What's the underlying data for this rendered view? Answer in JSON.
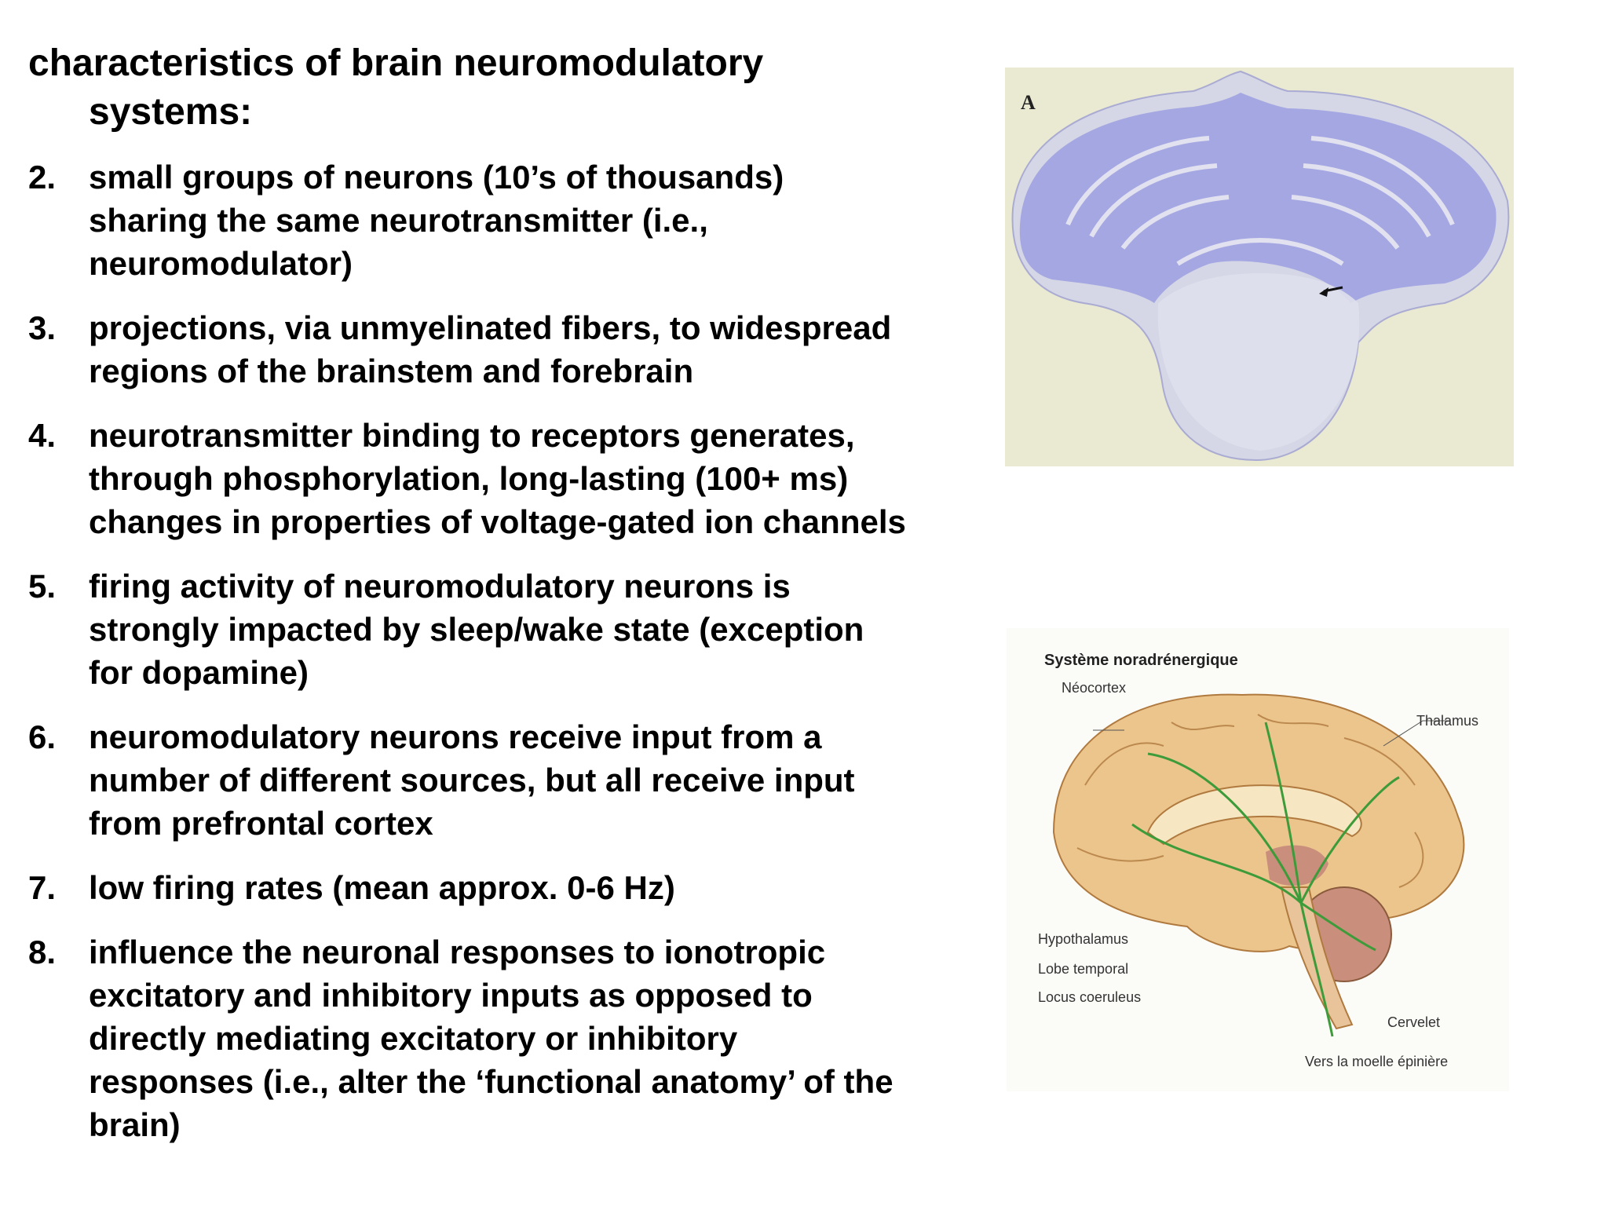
{
  "slide": {
    "title_line1": "characteristics of brain neuromodulatory",
    "title_line2": "systems:",
    "items": [
      {
        "num": "2.",
        "lines": [
          "small groups of neurons (10’s of thousands)",
          "sharing the same neurotransmitter (i.e.,",
          "neuromodulator)"
        ]
      },
      {
        "num": "3.",
        "lines": [
          "projections, via unmyelinated fibers, to widespread",
          "regions of the brainstem and forebrain"
        ]
      },
      {
        "num": "4.",
        "lines": [
          "neurotransmitter binding to receptors generates,",
          "through phosphorylation, long-lasting (100+ ms)",
          "changes in properties of voltage-gated ion channels"
        ]
      },
      {
        "num": "5.",
        "lines": [
          "firing activity of neuromodulatory neurons is",
          "strongly impacted by sleep/wake state (exception",
          "for dopamine)"
        ]
      },
      {
        "num": "6.",
        "lines": [
          "neuromodulatory neurons receive input from a",
          "number of different sources, but all receive input",
          "from prefrontal cortex"
        ]
      },
      {
        "num": "7.",
        "lines": [
          "low firing rates (mean approx. 0-6 Hz)"
        ]
      },
      {
        "num": "8.",
        "lines": [
          "influence the neuronal responses to ionotropic",
          "excitatory and inhibitory inputs as opposed to",
          "directly mediating excitatory or inhibitory",
          "responses (i.e., alter the ‘functional anatomy’ of the",
          "brain)"
        ]
      }
    ]
  },
  "figure_a": {
    "panel_letter": "A"
  },
  "figure_b": {
    "title": "Système noradrénergique",
    "labels": {
      "neocortex": "Néocortex",
      "thalamus": "Thalamus",
      "hypothalamus": "Hypothalamus",
      "lobe_temporal": "Lobe temporal",
      "locus_coeruleus": "Locus coeruleus",
      "cervelet": "Cervelet",
      "moelle": "Vers la moelle épinière"
    }
  }
}
